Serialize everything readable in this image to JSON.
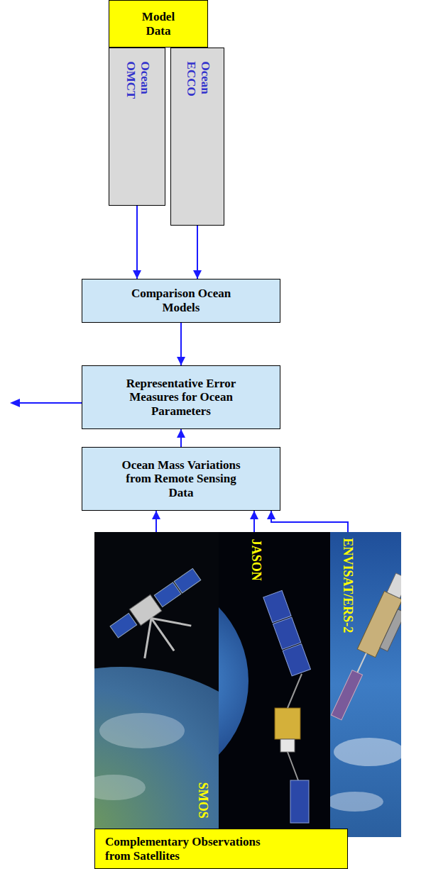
{
  "diagram": {
    "nodes": [
      {
        "text": [
          "Model Data"
        ]
      },
      {
        "text": [
          "Ocean OMCT"
        ]
      },
      {
        "text": [
          "Ocean ECCO"
        ]
      },
      {
        "text": [
          "Comparison Ocean Models"
        ]
      },
      {
        "text": [
          "Representative Error Measures for Ocean Parameters"
        ]
      },
      {
        "text": [
          "Ocean Mass Variations from Remote Sensing Data"
        ]
      },
      {
        "text": [
          "SMOS"
        ]
      },
      {
        "text": [
          "JASON"
        ]
      },
      {
        "text": [
          "ENVISAT/ERS-2"
        ]
      },
      {
        "text": [
          "Complementary Observations from Satellites"
        ]
      }
    ],
    "edges": [
      {
        "from": 1,
        "to": 3,
        "arrow": "to"
      },
      {
        "from": 2,
        "to": 3,
        "arrow": "to"
      },
      {
        "from": 3,
        "to": 4,
        "arrow": "to"
      },
      {
        "from": 5,
        "to": 4,
        "arrow": "to"
      },
      {
        "from": 6,
        "to": 5,
        "arrow": "to"
      },
      {
        "from": 7,
        "to": 5,
        "arrow": "to"
      },
      {
        "from": 8,
        "to": 5,
        "arrow": "to"
      }
    ]
  }
}
